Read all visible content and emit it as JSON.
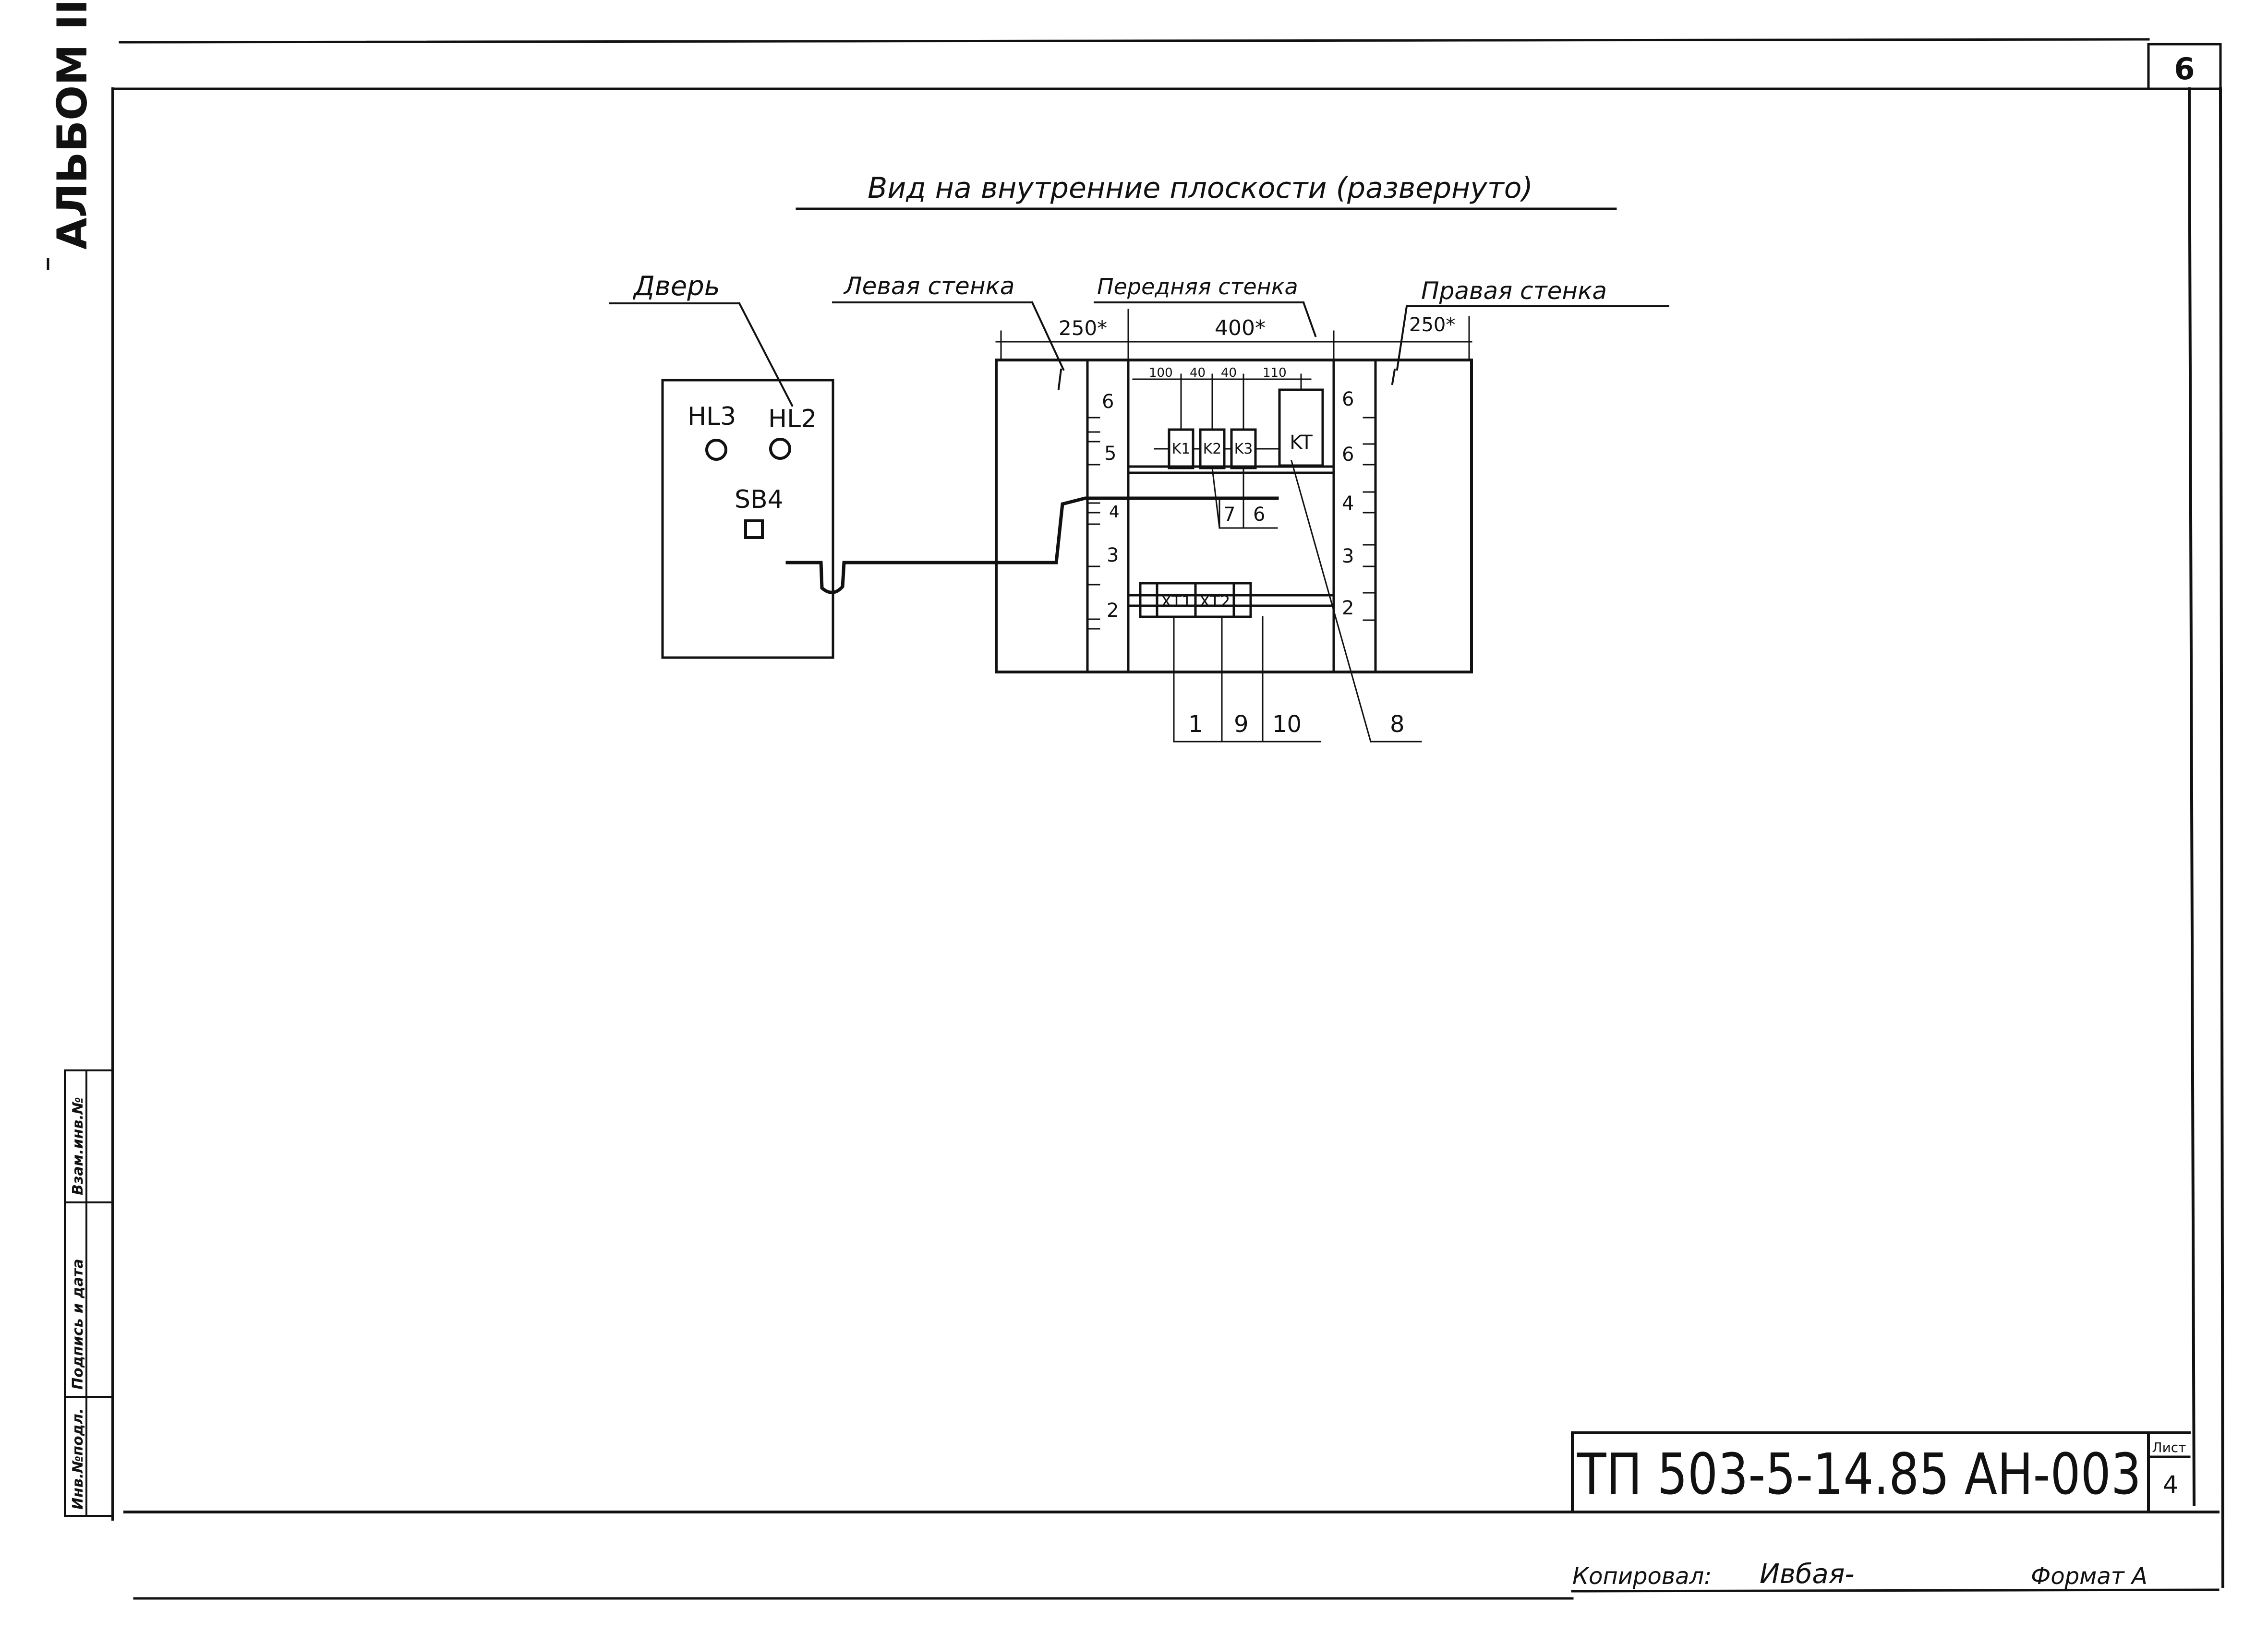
{
  "sheet_corner_number": "6",
  "album_label": "АЛЬБОМ III",
  "title": "Вид на внутренние плоскости (развернуто)",
  "door": {
    "label": "Дверь",
    "lamps": [
      "HL3",
      "HL2"
    ],
    "button": "SB4"
  },
  "walls": {
    "left": {
      "label": "Левая стенка",
      "dimension": "250*"
    },
    "front": {
      "label": "Передняя стенка",
      "dimension": "400*"
    },
    "right": {
      "label": "Правая стенка",
      "dimension": "250*"
    }
  },
  "top_dimensions": [
    "100",
    "40",
    "40",
    "110"
  ],
  "devices": [
    "K1",
    "K2",
    "K3",
    "KT"
  ],
  "terminals": [
    "XT1",
    "XT2"
  ],
  "rail_numbers_left": [
    "6",
    "5",
    "4",
    "3",
    "2"
  ],
  "rail_numbers_right": [
    "6",
    "6",
    "4",
    "3",
    "2"
  ],
  "callouts": [
    "7",
    "6",
    "1",
    "9",
    "10",
    "8"
  ],
  "side_stamp": [
    "Инв.№подл.",
    "Подпись и дата",
    "Взам.инв.№"
  ],
  "title_block": {
    "designation": "ТП 503-5-14.85 АН-003",
    "sheet_label": "Лист",
    "sheet_number": "4"
  },
  "footer": {
    "copied_label": "Копировал:",
    "copied_signature": "Ивбая-",
    "format": "Формат А"
  }
}
